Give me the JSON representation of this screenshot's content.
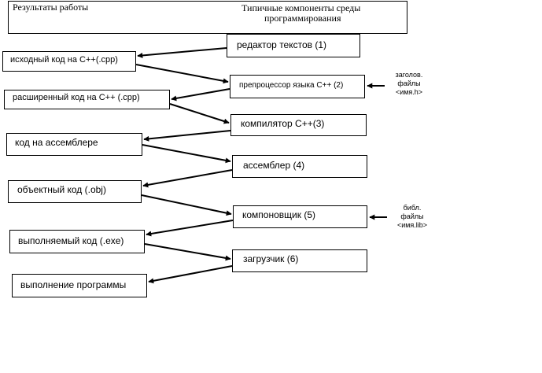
{
  "header": {
    "left_title": "Результаты работы",
    "right_title_line1": "Типичные компоненты среды",
    "right_title_line2": "программирования"
  },
  "results": [
    "исходный код на C++(.cpp)",
    "расширенный код на C++ (.cpp)",
    "код на ассемблере",
    "объектный код (.obj)",
    "выполняемый код (.exe)",
    "выполнение программы"
  ],
  "components": [
    "редактор текстов (1)",
    "препроцессор языка C++ (2)",
    "компилятор C++(3)",
    "ассемблер (4)",
    "компоновщик (5)",
    "загрузчик (6)"
  ],
  "notes": {
    "headers": {
      "line1": "заголов.",
      "line2": "файлы",
      "line3": "<имя.h>"
    },
    "libraries": {
      "line1": "библ.",
      "line2": "файлы",
      "line3": "<имя.lib>"
    }
  }
}
